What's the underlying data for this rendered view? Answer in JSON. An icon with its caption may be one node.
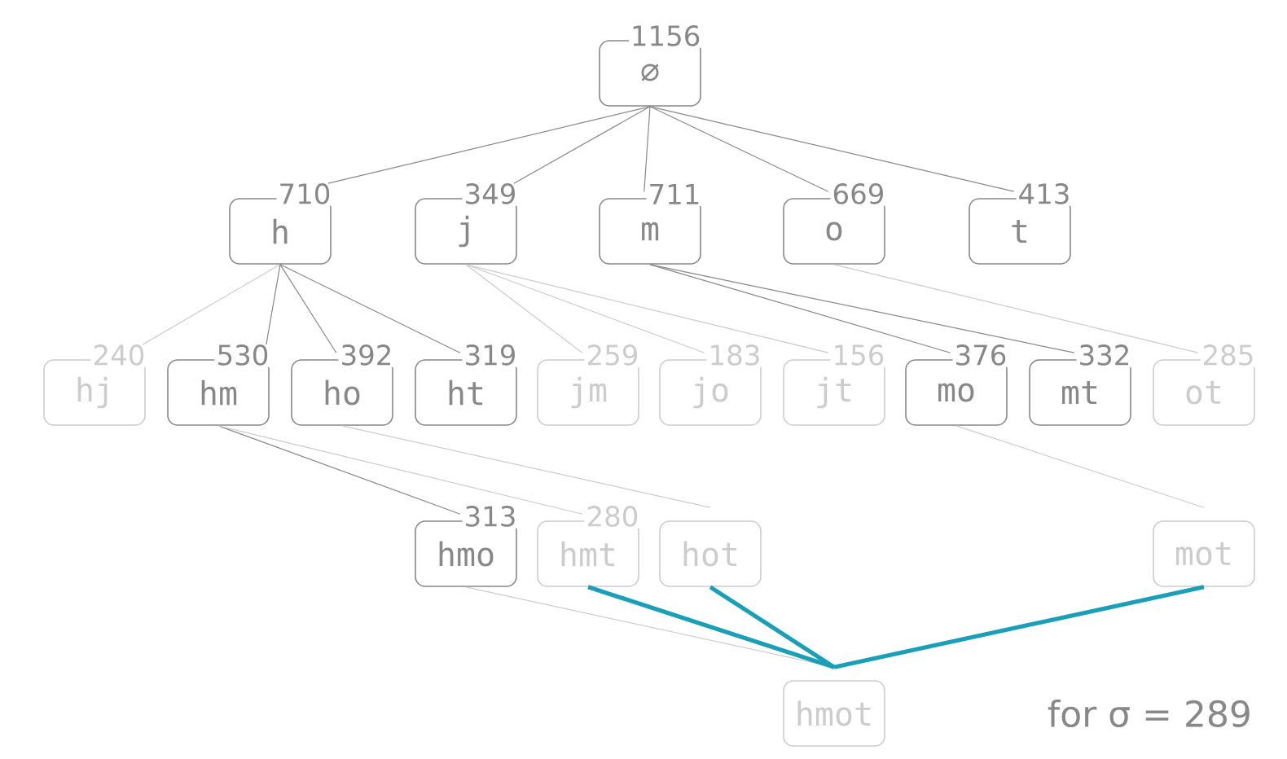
{
  "diagram": {
    "nodes": [
      {
        "text": [
          "∅"
        ],
        "beside": [
          "1156"
        ]
      },
      {
        "text": [
          "h"
        ],
        "beside": [
          "710"
        ]
      },
      {
        "text": [
          "j"
        ],
        "beside": [
          "349"
        ]
      },
      {
        "text": [
          "m"
        ],
        "beside": [
          "711"
        ]
      },
      {
        "text": [
          "o"
        ],
        "beside": [
          "669"
        ]
      },
      {
        "text": [
          "t"
        ],
        "beside": [
          "413"
        ]
      },
      {
        "text": [
          "hj"
        ],
        "beside": [
          "240"
        ]
      },
      {
        "text": [
          "hm"
        ],
        "beside": [
          "530"
        ]
      },
      {
        "text": [
          "ho"
        ],
        "beside": [
          "392"
        ]
      },
      {
        "text": [
          "ht"
        ],
        "beside": [
          "319"
        ]
      },
      {
        "text": [
          "jm"
        ],
        "beside": [
          "259"
        ]
      },
      {
        "text": [
          "jo"
        ],
        "beside": [
          "183"
        ]
      },
      {
        "text": [
          "jt"
        ],
        "beside": [
          "156"
        ]
      },
      {
        "text": [
          "mo"
        ],
        "beside": [
          "376"
        ]
      },
      {
        "text": [
          "mt"
        ],
        "beside": [
          "332"
        ]
      },
      {
        "text": [
          "ot"
        ],
        "beside": [
          "285"
        ]
      },
      {
        "text": [
          "hmo"
        ],
        "beside": [
          "313"
        ]
      },
      {
        "text": [
          "hmt"
        ],
        "beside": [
          "280"
        ]
      },
      {
        "text": [
          "hot"
        ]
      },
      {
        "text": [
          "mot"
        ]
      },
      {
        "text": [
          "hmot"
        ]
      }
    ],
    "edges": [
      {
        "from": 0,
        "to": 1,
        "arrow": "none"
      },
      {
        "from": 0,
        "to": 2,
        "arrow": "none"
      },
      {
        "from": 0,
        "to": 3,
        "arrow": "none"
      },
      {
        "from": 0,
        "to": 4,
        "arrow": "none"
      },
      {
        "from": 0,
        "to": 5,
        "arrow": "none"
      },
      {
        "from": 1,
        "to": 6,
        "arrow": "none",
        "color": "#cccccc"
      },
      {
        "from": 1,
        "to": 7,
        "arrow": "none"
      },
      {
        "from": 1,
        "to": 8,
        "arrow": "none"
      },
      {
        "from": 1,
        "to": 9,
        "arrow": "none"
      },
      {
        "from": 2,
        "to": 10,
        "arrow": "none",
        "color": "#cccccc"
      },
      {
        "from": 2,
        "to": 11,
        "arrow": "none",
        "color": "#cccccc"
      },
      {
        "from": 2,
        "to": 12,
        "arrow": "none",
        "color": "#cccccc"
      },
      {
        "from": 3,
        "to": 13,
        "arrow": "none"
      },
      {
        "from": 3,
        "to": 14,
        "arrow": "none"
      },
      {
        "from": 4,
        "to": 15,
        "arrow": "none",
        "color": "#cccccc"
      },
      {
        "from": 7,
        "to": 16,
        "arrow": "none"
      },
      {
        "from": 7,
        "to": 17,
        "arrow": "none",
        "color": "#cccccc"
      },
      {
        "from": 8,
        "to": 18,
        "arrow": "none",
        "color": "#cccccc"
      },
      {
        "from": 13,
        "to": 19,
        "arrow": "none",
        "color": "#cccccc"
      },
      {
        "from": 16,
        "to": 20,
        "arrow": "none",
        "color": "#cccccc"
      },
      {
        "from": 17,
        "to": 20,
        "arrow": "none",
        "style": "thick",
        "color": "#1a9fb8"
      },
      {
        "from": 18,
        "to": 20,
        "arrow": "none",
        "style": "thick",
        "color": "#1a9fb8"
      },
      {
        "from": 19,
        "to": 20,
        "arrow": "none",
        "style": "thick",
        "color": "#1a9fb8"
      }
    ],
    "labels": [
      "for σ = 289"
    ]
  }
}
